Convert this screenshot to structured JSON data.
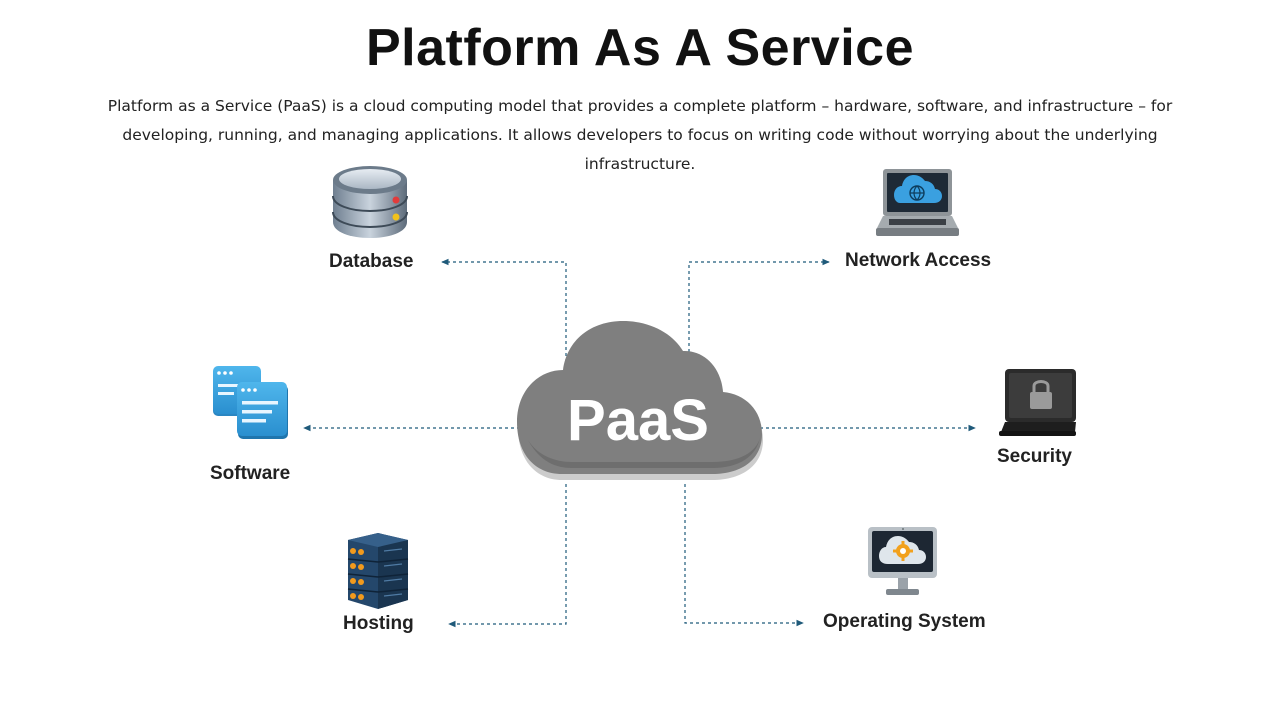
{
  "title": "Platform As A Service",
  "description": "Platform as a Service (PaaS) is a cloud computing model that provides a complete platform – hardware, software, and infrastructure – for developing, running, and managing applications. It allows developers to focus on writing code without worrying about the underlying infrastructure.",
  "center": {
    "label": "PaaS",
    "icon": "cloud-icon",
    "color": "#7f7f7f"
  },
  "nodes": {
    "database": {
      "label": "Database",
      "icon": "database-icon"
    },
    "network_access": {
      "label": "Network Access",
      "icon": "laptop-cloud-icon"
    },
    "software": {
      "label": "Software",
      "icon": "app-windows-icon"
    },
    "security": {
      "label": "Security",
      "icon": "laptop-lock-icon"
    },
    "hosting": {
      "label": "Hosting",
      "icon": "server-rack-icon"
    },
    "operating_system": {
      "label": "Operating System",
      "icon": "monitor-gear-icon"
    }
  },
  "connector_color": "#1f5a7a"
}
